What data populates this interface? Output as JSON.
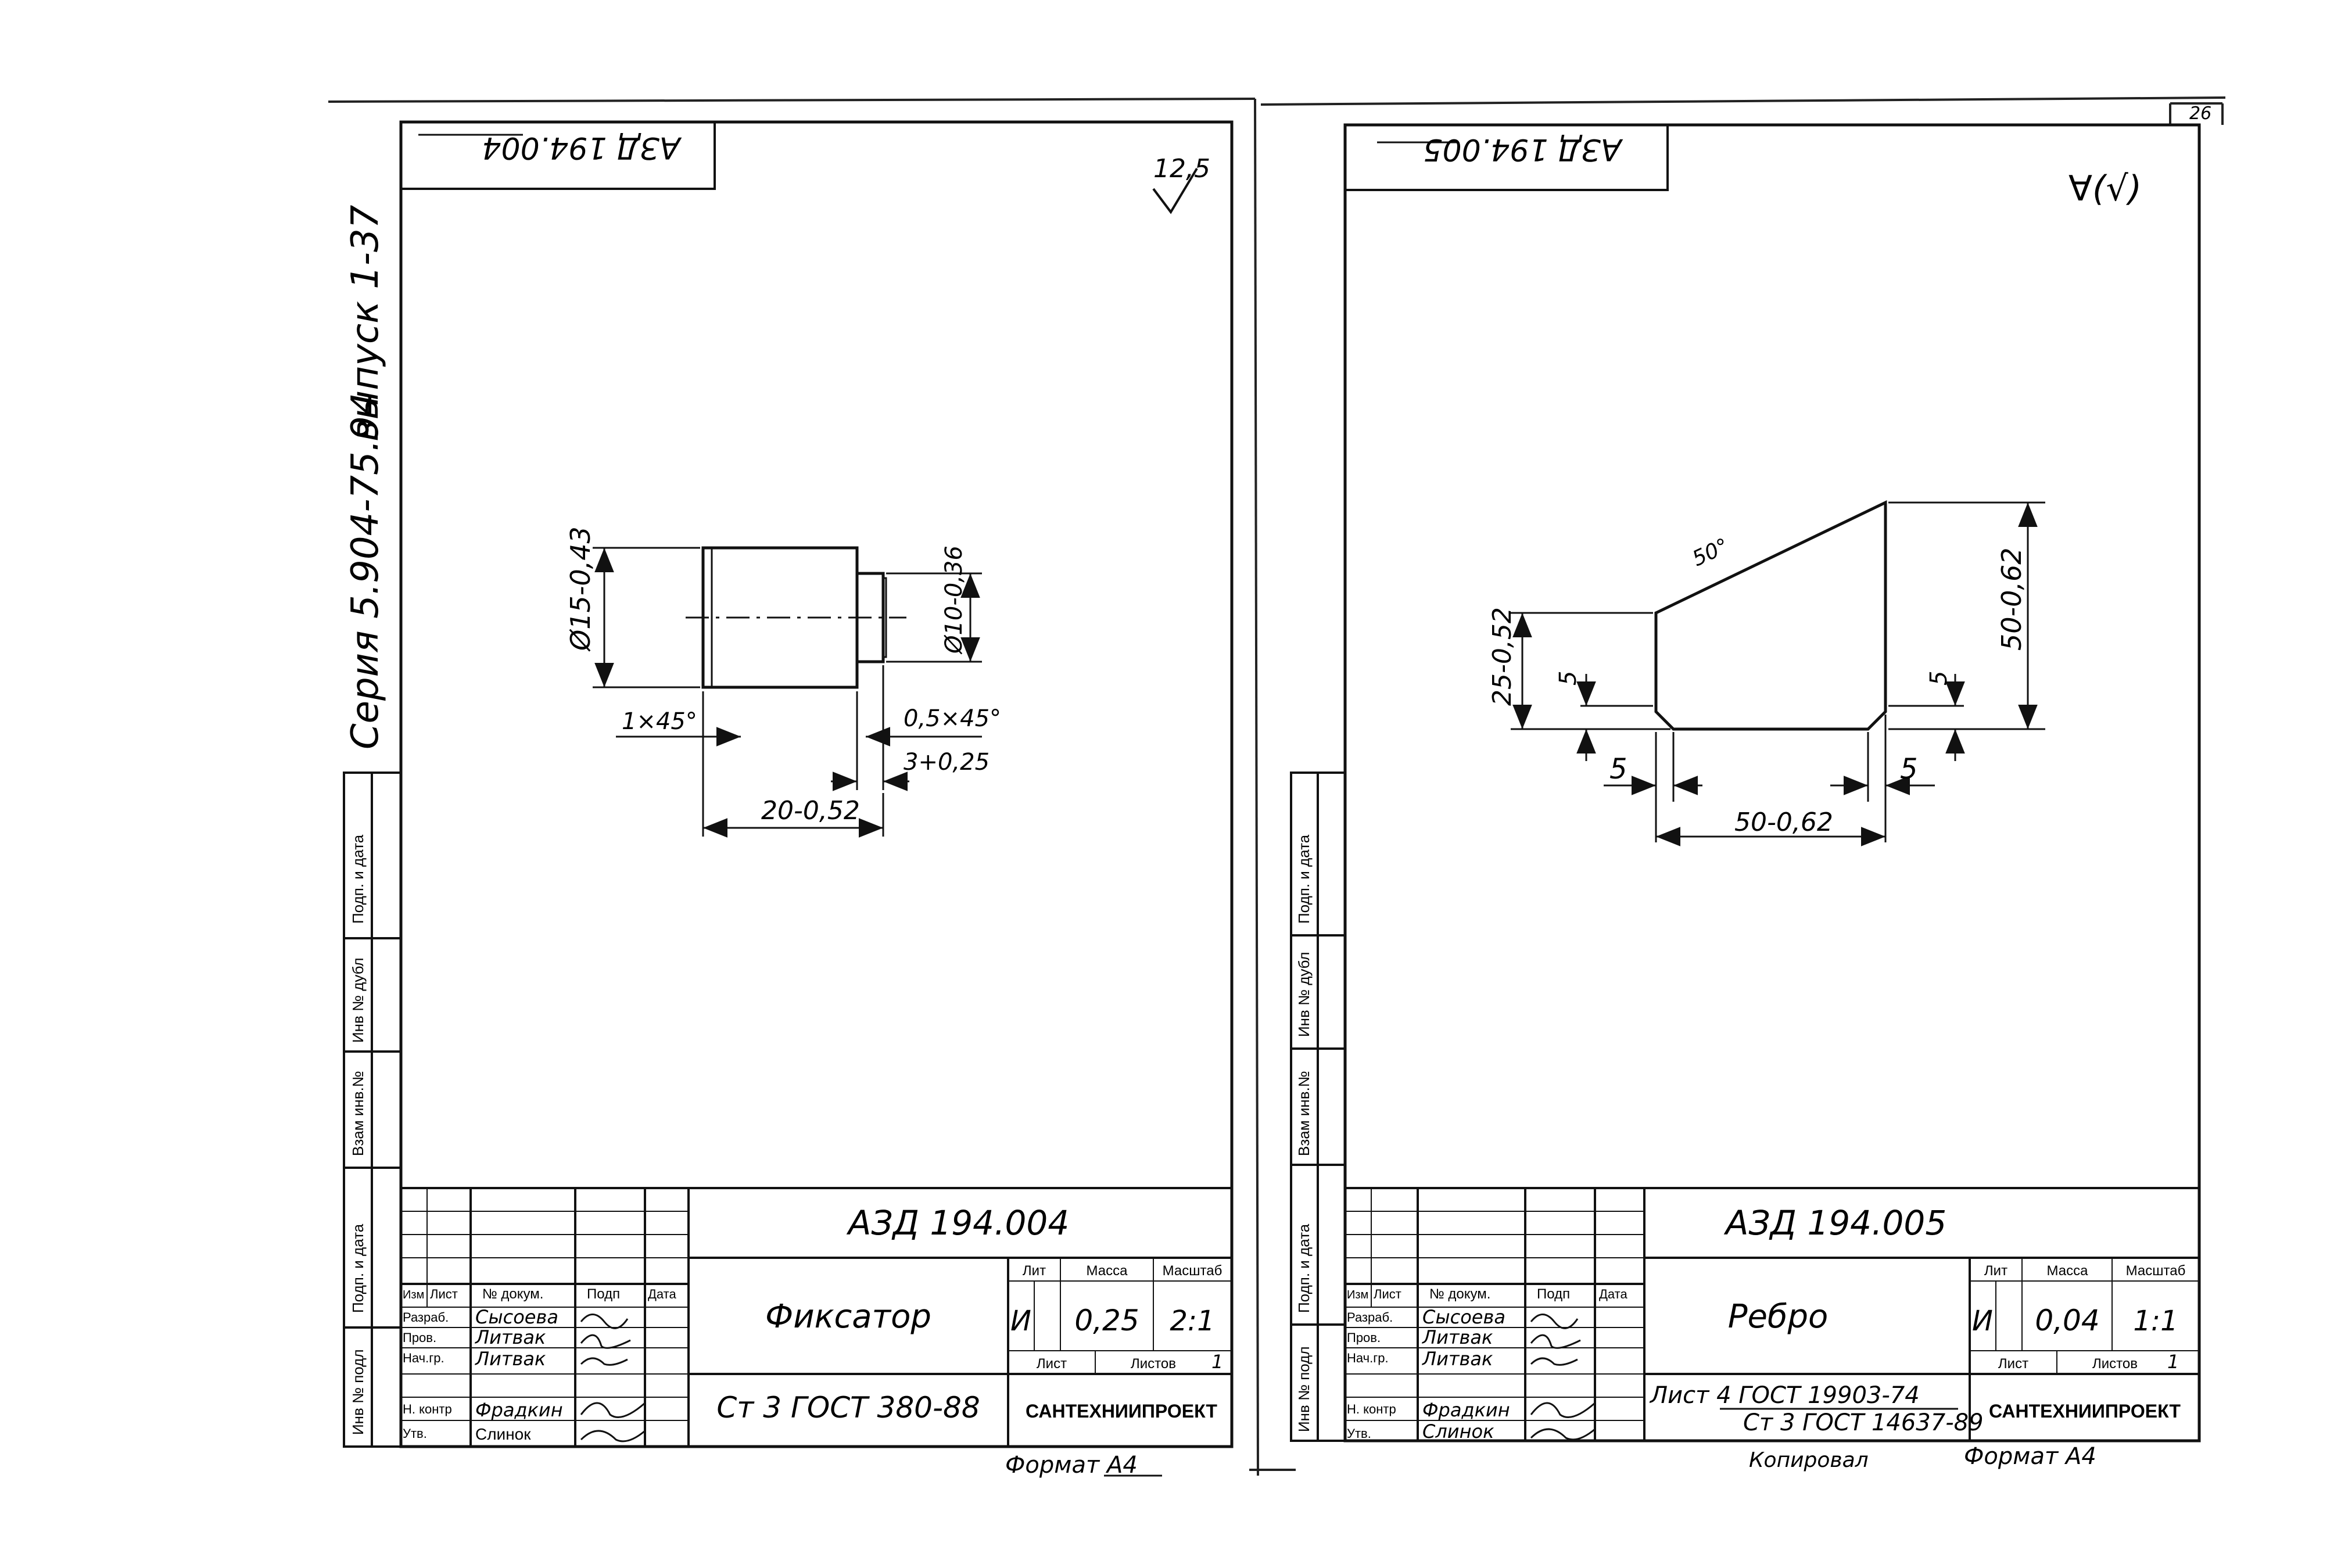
{
  "page_corner": {
    "number": "26"
  },
  "series": {
    "seriya": "Серия 5.904-75.94",
    "vypusk": "выпуск 1-37"
  },
  "side_stamp_labels": {
    "podp_data": "Подп. и дата",
    "inv_dubl": "Инв № дубл",
    "vzam_inv": "Взам инв.№",
    "inv_podl": "Инв № подл"
  },
  "table_headers": {
    "izm": "Изм",
    "list": "Лист",
    "n_dokum": "№ докум.",
    "podp": "Подп",
    "data": "Дата",
    "razrab": "Разраб.",
    "prov": "Пров.",
    "nach_gr": "Нач.гр.",
    "n_kontr": "Н. контр",
    "utv": "Утв.",
    "lit": "Лит",
    "massa": "Масса",
    "masshtab": "Масштаб",
    "list_label": "Лист",
    "listov": "Листов"
  },
  "left_sheet": {
    "top_code": "АЗД 194.004",
    "roughness": "12,5",
    "designation": "АЗД 194.004",
    "part_name": "Фиксатор",
    "material": "Ст 3 ГОСТ 380-88",
    "lit": "И",
    "mass": "0,25",
    "scale": "2:1",
    "sheets_total": "1",
    "company": "САНТЕХНИИПРОЕКТ",
    "format": "Формат А4",
    "signers": {
      "razrab": "Сысоева",
      "prov": "Литвак",
      "nach_gr": "Литвак",
      "n_kontr": "Фрадкин",
      "utv": "Слинок"
    },
    "dims": {
      "d_big": "Ø15-0,43",
      "d_small": "Ø10-0,36",
      "chamfer_left": "1×45°",
      "chamfer_right": "0,5×45°",
      "groove": "3+0,25",
      "length": "20-0,52"
    }
  },
  "right_sheet": {
    "top_code": "АЗД 194.005",
    "roughness": "∀(√)",
    "designation": "АЗД 194.005",
    "part_name": "Ребро",
    "material_line1": "Лист 4 ГОСТ 19903-74",
    "material_line2": "Ст 3 ГОСТ 14637-89",
    "lit": "И",
    "mass": "0,04",
    "scale": "1:1",
    "sheets_total": "1",
    "company": "САНТЕХНИИПРОЕКТ",
    "format": "Формат А4",
    "copied": "Копировал",
    "signers": {
      "razrab": "Сысоева",
      "prov": "Литвак",
      "nach_gr": "Литвак",
      "n_kontr": "Фрадкин",
      "utv": "Слинок"
    },
    "dims": {
      "height_left": "25-0,52",
      "height_right": "50-0,62",
      "width": "50-0,62",
      "slope": "50°",
      "chamfer_v_left": "5",
      "chamfer_h_left": "5",
      "chamfer_v_right": "5",
      "chamfer_h_right": "5"
    }
  }
}
